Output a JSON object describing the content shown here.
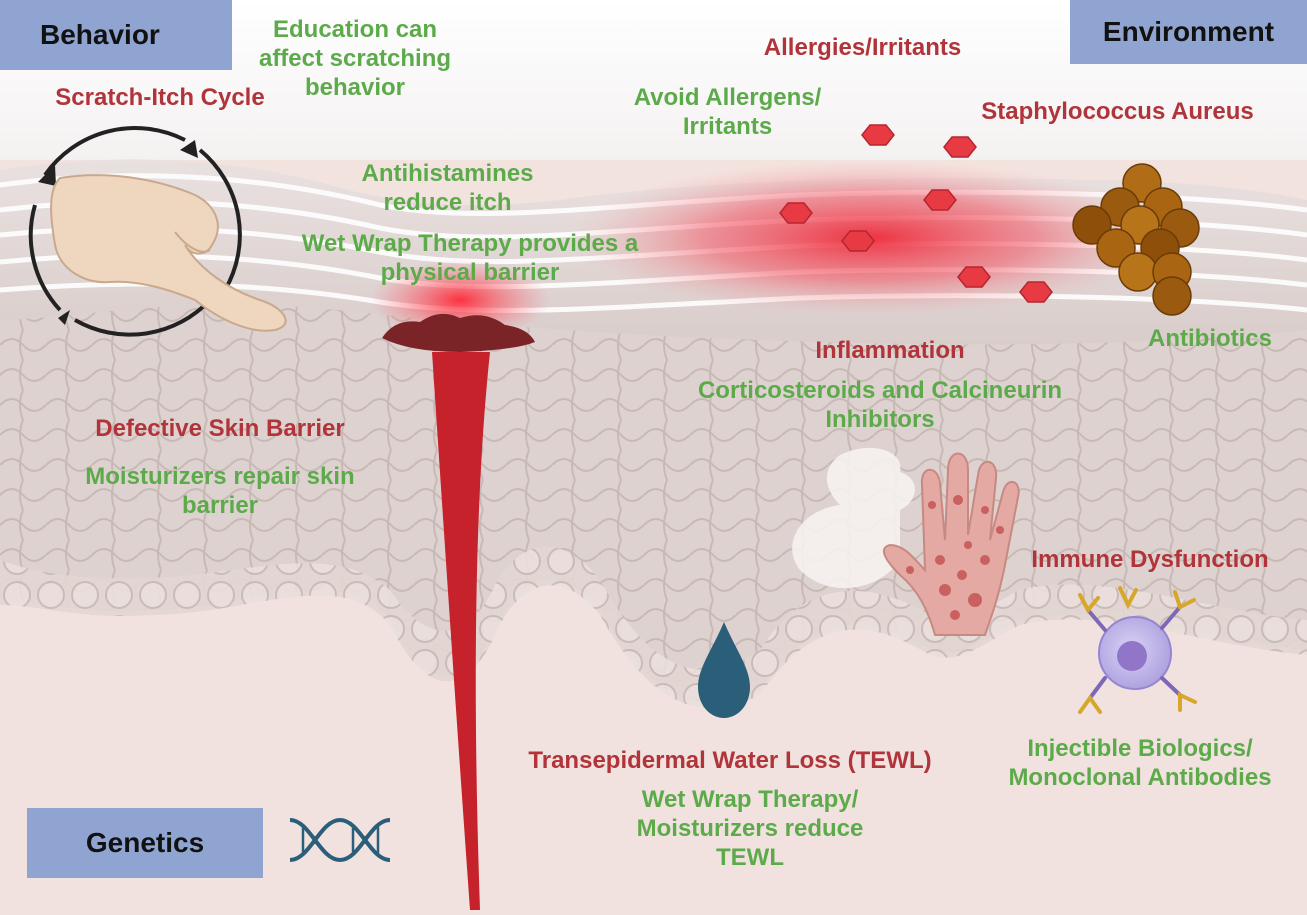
{
  "categories": {
    "behavior": "Behavior",
    "environment": "Environment",
    "genetics": "Genetics"
  },
  "factors": {
    "scratch_itch_cycle": "Scratch-Itch Cycle",
    "allergies_irritants": "Allergies/Irritants",
    "staphylococcus_aureus": "Staphylococcus Aureus",
    "inflammation": "Inflammation",
    "defective_skin_barrier": "Defective Skin Barrier",
    "immune_dysfunction": "Immune Dysfunction",
    "tewl": "Transepidermal Water Loss (TEWL)"
  },
  "treatments": {
    "education": "Education can affect scratching behavior",
    "avoid_allergens": "Avoid Allergens/ Irritants",
    "antihistamines": "Antihistamines reduce itch",
    "wet_wrap_barrier": "Wet Wrap Therapy provides a physical barrier",
    "antibiotics": "Antibiotics",
    "corticosteroids": "Corticosteroids and Calcineurin Inhibitors",
    "moisturizers_barrier": "Moisturizers repair skin barrier",
    "biologics": "Injectible Biologics/ Monoclonal Antibodies",
    "wet_wrap_tewl": "Wet Wrap Therapy/ Moisturizers reduce TEWL"
  },
  "icons": {
    "cycle": "circular-arrows-icon",
    "hand": "scratching-hand-icon",
    "dna": "dna-icon",
    "bacteria": "staph-cluster-icon",
    "allergen": "allergen-hexagon-icon",
    "drop": "water-drop-icon",
    "eczema_hand": "eczema-hand-icon",
    "immune_cell": "immune-cell-icon"
  },
  "colors": {
    "factor": "#b0343a",
    "treatment": "#5daa4b",
    "category_box": "#8fa4d0"
  }
}
